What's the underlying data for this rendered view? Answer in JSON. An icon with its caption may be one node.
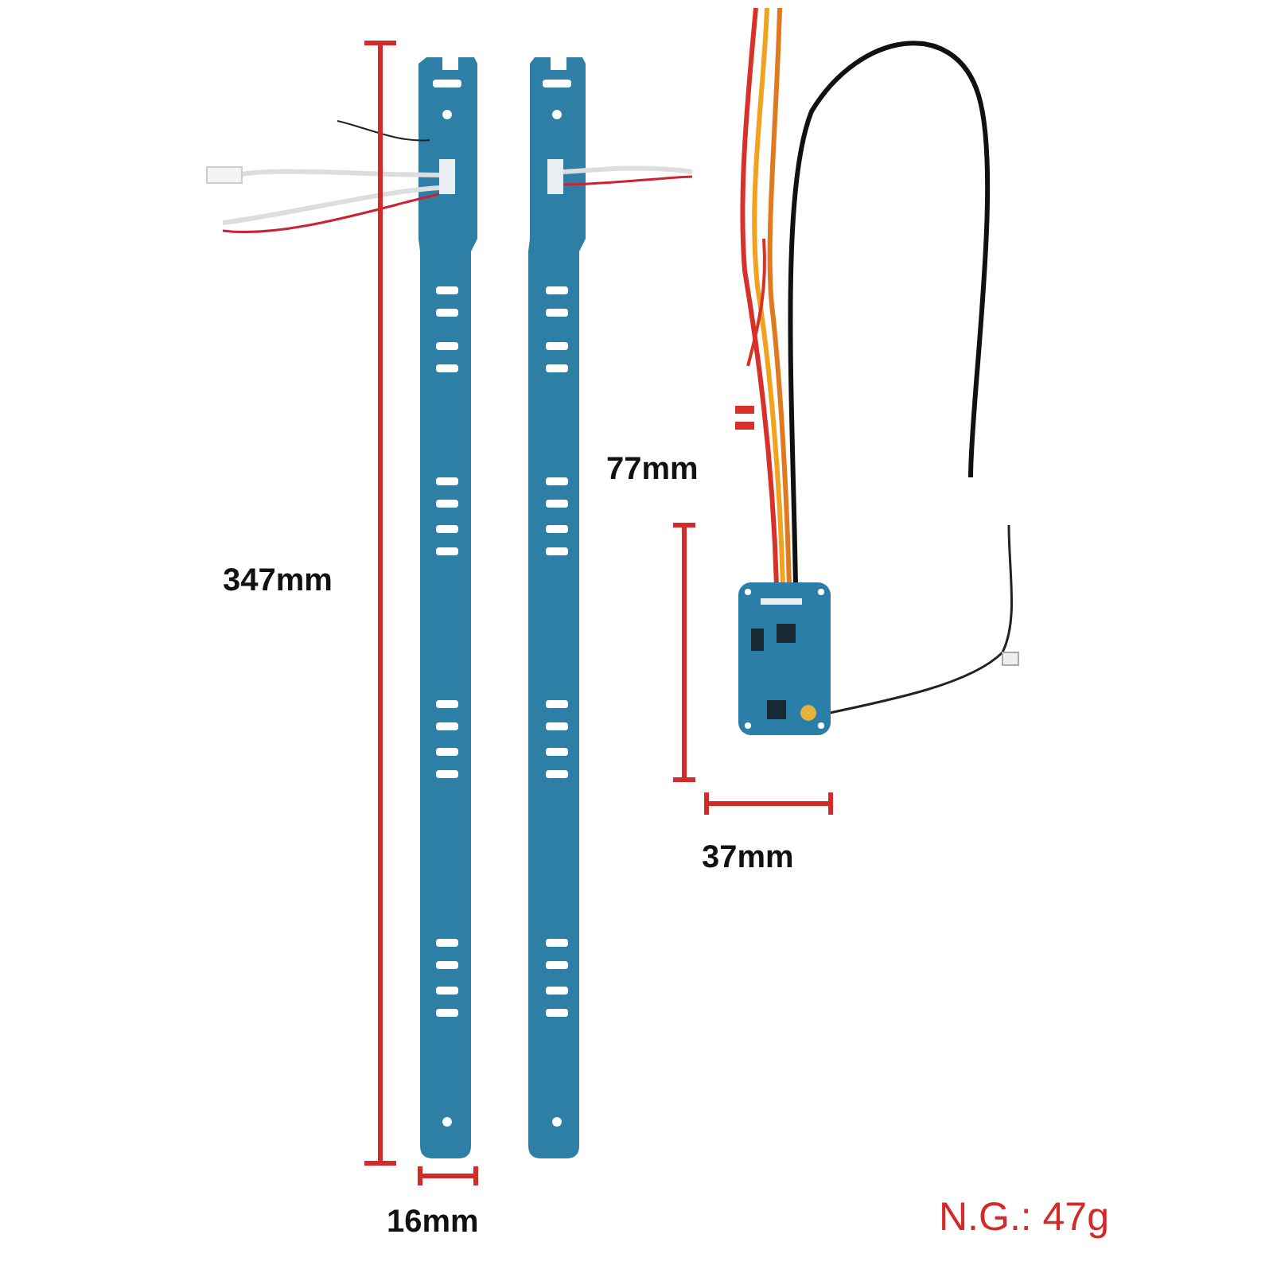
{
  "diagram": {
    "labels": [
      "77mm",
      "347mm",
      "37mm",
      "16mm",
      "N.G.: 47g"
    ]
  }
}
